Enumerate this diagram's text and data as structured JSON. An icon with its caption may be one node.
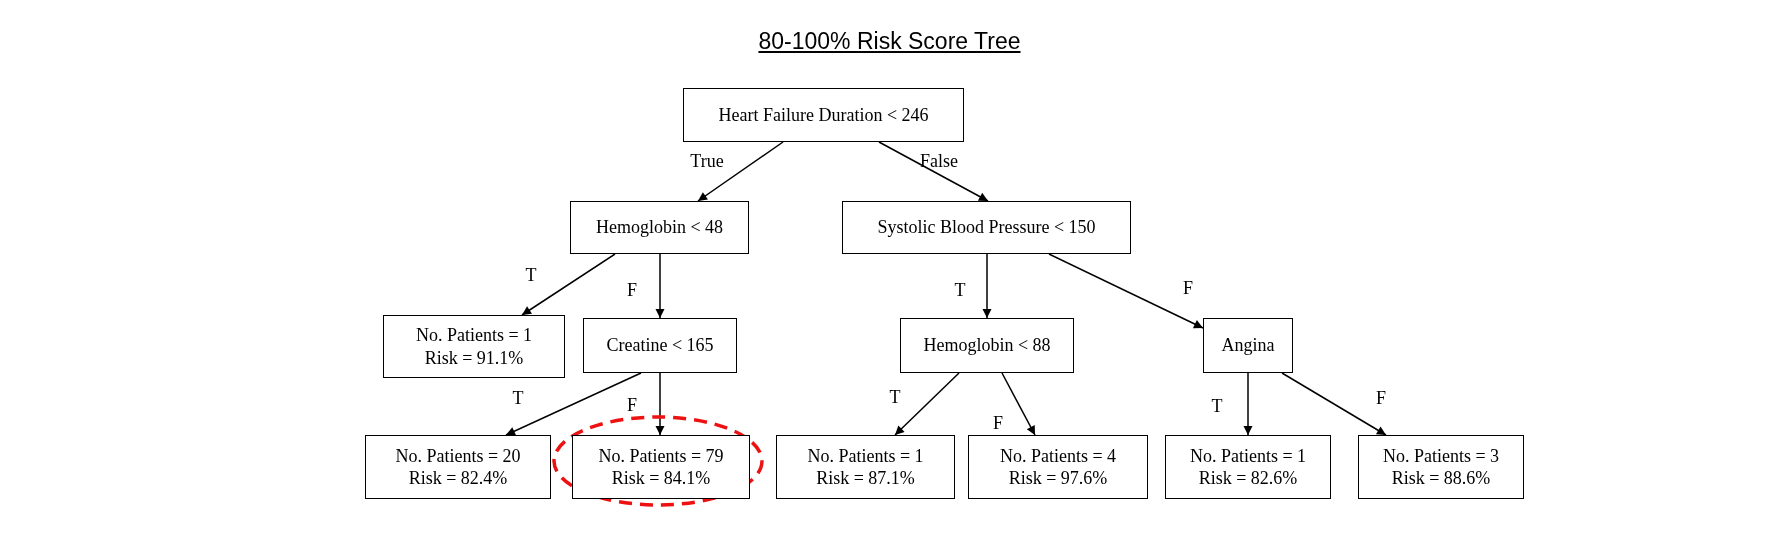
{
  "diagram": {
    "title": "80-100% Risk Score Tree",
    "nodes": [
      {
        "text": [
          "Heart Failure Duration < 246"
        ]
      },
      {
        "text": [
          "Hemoglobin < 48"
        ]
      },
      {
        "text": [
          "Systolic Blood Pressure < 150"
        ]
      },
      {
        "text": [
          "No. Patients = 1",
          "Risk = 91.1%"
        ]
      },
      {
        "text": [
          "Creatine < 165"
        ]
      },
      {
        "text": [
          "Hemoglobin < 88"
        ]
      },
      {
        "text": [
          "Angina"
        ]
      },
      {
        "text": [
          "No. Patients = 20",
          "Risk = 82.4%"
        ]
      },
      {
        "text": [
          "No. Patients = 79",
          "Risk = 84.1%"
        ]
      },
      {
        "text": [
          "No. Patients = 1",
          "Risk = 87.1%"
        ]
      },
      {
        "text": [
          "No. Patients = 4",
          "Risk = 97.6%"
        ]
      },
      {
        "text": [
          "No. Patients = 1",
          "Risk = 82.6%"
        ]
      },
      {
        "text": [
          "No. Patients = 3",
          "Risk = 88.6%"
        ]
      }
    ],
    "edges": [
      {
        "from": 0,
        "to": 1,
        "arrow": "to",
        "label": "True"
      },
      {
        "from": 0,
        "to": 2,
        "arrow": "to",
        "label": "False"
      },
      {
        "from": 1,
        "to": 3,
        "arrow": "to",
        "label": "T"
      },
      {
        "from": 1,
        "to": 4,
        "arrow": "to",
        "label": "F"
      },
      {
        "from": 2,
        "to": 5,
        "arrow": "to",
        "label": "T"
      },
      {
        "from": 2,
        "to": 6,
        "arrow": "to",
        "label": "F"
      },
      {
        "from": 4,
        "to": 7,
        "arrow": "to",
        "label": "T"
      },
      {
        "from": 4,
        "to": 8,
        "arrow": "to",
        "label": "F"
      },
      {
        "from": 5,
        "to": 9,
        "arrow": "to",
        "label": "T"
      },
      {
        "from": 5,
        "to": 10,
        "arrow": "to",
        "label": "F"
      },
      {
        "from": 6,
        "to": 11,
        "arrow": "to",
        "label": "T"
      },
      {
        "from": 6,
        "to": 12,
        "arrow": "to",
        "label": "F"
      }
    ]
  }
}
